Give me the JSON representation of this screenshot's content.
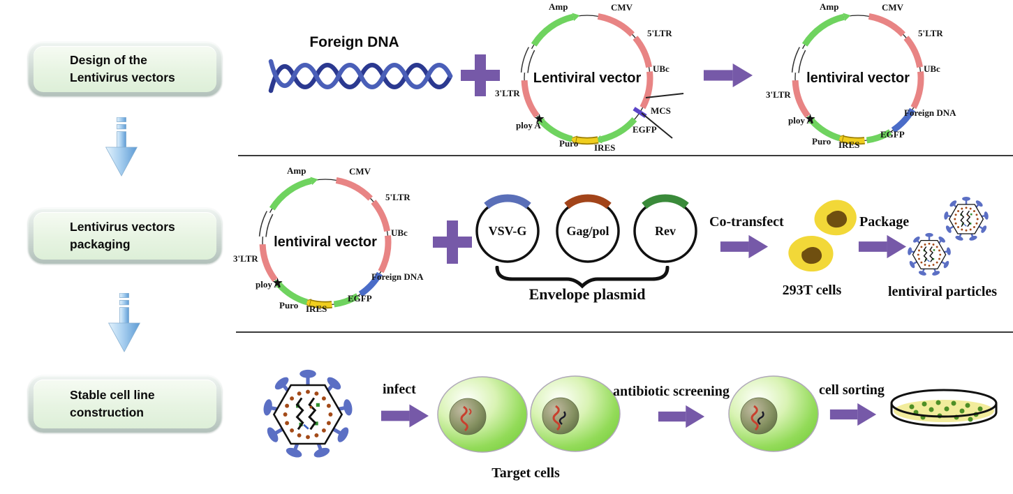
{
  "sidebar": {
    "steps": [
      {
        "line1": "Design of the",
        "line2": "Lentivirus vectors"
      },
      {
        "line1": "Lentivirus vectors",
        "line2": "packaging"
      },
      {
        "line1": "Stable cell line",
        "line2": "construction"
      }
    ]
  },
  "row1": {
    "foreign_dna_title": "Foreign DNA"
  },
  "plasmid_mcs": {
    "center": "Lentiviral vector",
    "amp": "Amp",
    "cmv": "CMV",
    "ltr5": "5'LTR",
    "ubc": "UBc",
    "mcs": "MCS",
    "egfp": "EGFP",
    "ires": "IRES",
    "puro": "Puro",
    "ploya": "ploy A",
    "ltr3": "3'LTR"
  },
  "plasmid_foreign": {
    "center": "lentiviral vector",
    "amp": "Amp",
    "cmv": "CMV",
    "ltr5": "5'LTR",
    "ubc": "UBc",
    "foreign": "Foreign DNA",
    "egfp": "EGFP",
    "ires": "IRES",
    "puro": "Puro",
    "ploya": "ploy A",
    "ltr3": "3'LTR"
  },
  "row2": {
    "plasmids": [
      {
        "label": "VSV-G"
      },
      {
        "label": "Gag/pol"
      },
      {
        "label": "Rev"
      }
    ],
    "envelope_caption": "Envelope plasmid",
    "cotransfect": "Co-transfect",
    "cells_293t": "293T cells",
    "package": "Package",
    "particles": "lentiviral particles"
  },
  "row3": {
    "infect": "infect",
    "target_cells": "Target cells",
    "antibiotic": "antibiotic screening",
    "sorting": "cell sorting"
  },
  "colors": {
    "arrow_purple": "#7659A8",
    "step_arrow_blue": "#8FBDE8",
    "plasmid_red": "#E88484",
    "plasmid_green": "#6FD35F",
    "ires_yellow": "#F0CE1E",
    "foreign_blue": "#4A6CC8",
    "mcs_purple": "#5B45C8",
    "vsvg_blue": "#5A6FB8",
    "gagpol_rust": "#A2441A",
    "rev_green": "#3A8A3A",
    "cell293t_yellow": "#F2D838",
    "target_cell_green": "#7CD44C",
    "dish_yellow": "#F2EC9C"
  }
}
